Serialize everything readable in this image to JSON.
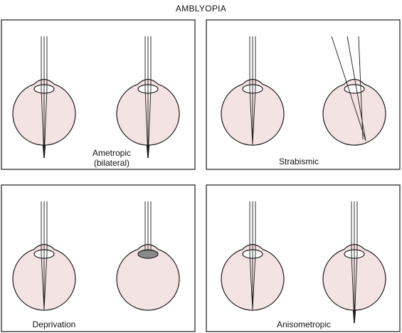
{
  "title": "AMBLYOPIA",
  "colors": {
    "eyeball_fill": "#f4e3e3",
    "stroke": "#1a1a1a",
    "lens_fill": "#ffffff",
    "deprivation_lens_fill": "#8a8a8a",
    "panel_border": "#1a1a1a"
  },
  "panels": [
    {
      "id": "ametropic",
      "label_lines": [
        "Ametropic",
        "(bilateral)"
      ]
    },
    {
      "id": "strabismic",
      "label_lines": [
        "Strabismic"
      ]
    },
    {
      "id": "deprivation",
      "label_lines": [
        "Deprivation"
      ]
    },
    {
      "id": "anisometropic",
      "label_lines": [
        "Anisometropic"
      ]
    }
  ]
}
